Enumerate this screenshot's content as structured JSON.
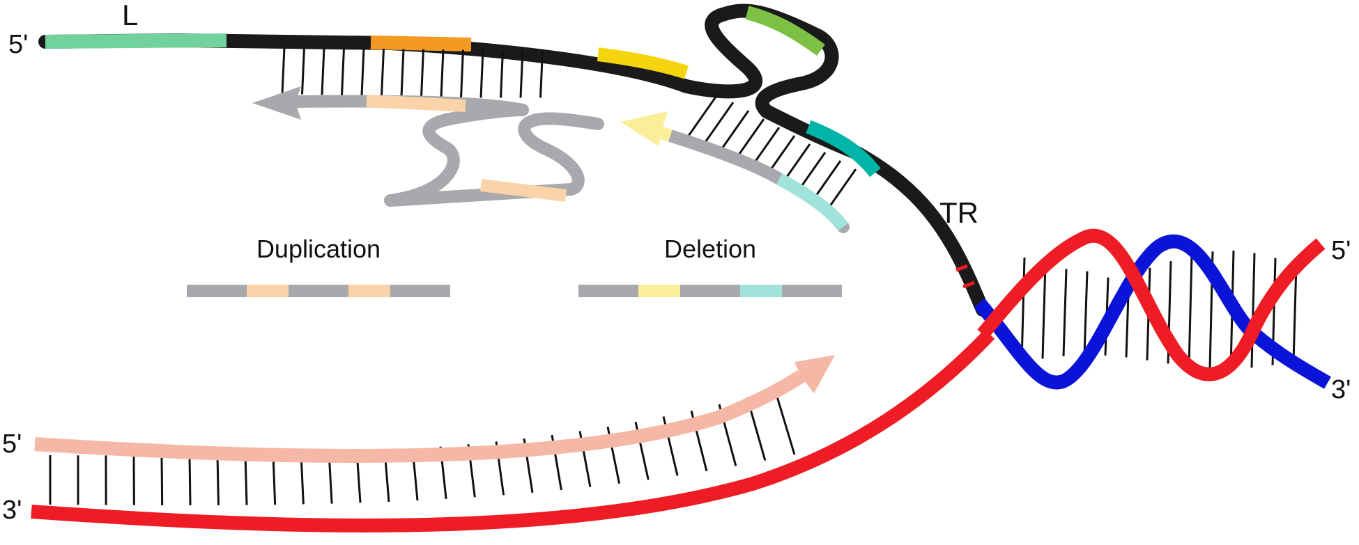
{
  "labels": {
    "lagging_5prime": "5'",
    "L": "L",
    "TR": "TR",
    "duplication": "Duplication",
    "deletion": "Deletion",
    "parental_5prime": "5'",
    "parental_3prime": "3'",
    "leading_5prime": "5'",
    "leading_3prime": "3'"
  },
  "colors": {
    "parental_red": "#ee1c24",
    "parental_blue": "#0a14d8",
    "template_black": "#1a1a1a",
    "L_green": "#72d29e",
    "repeat_orange": "#f39a22",
    "repeat_yellow": "#f3d40f",
    "loop_green": "#7cc144",
    "repeat_teal": "#00b4a8",
    "nascent_gray": "#a7a9ac",
    "nascent_peach": "#fad3a8",
    "nascent_lightyellow": "#fbee98",
    "nascent_lightteal": "#9fe3da",
    "leading_pink": "#f6b8a6",
    "rung_black": "#111111"
  }
}
